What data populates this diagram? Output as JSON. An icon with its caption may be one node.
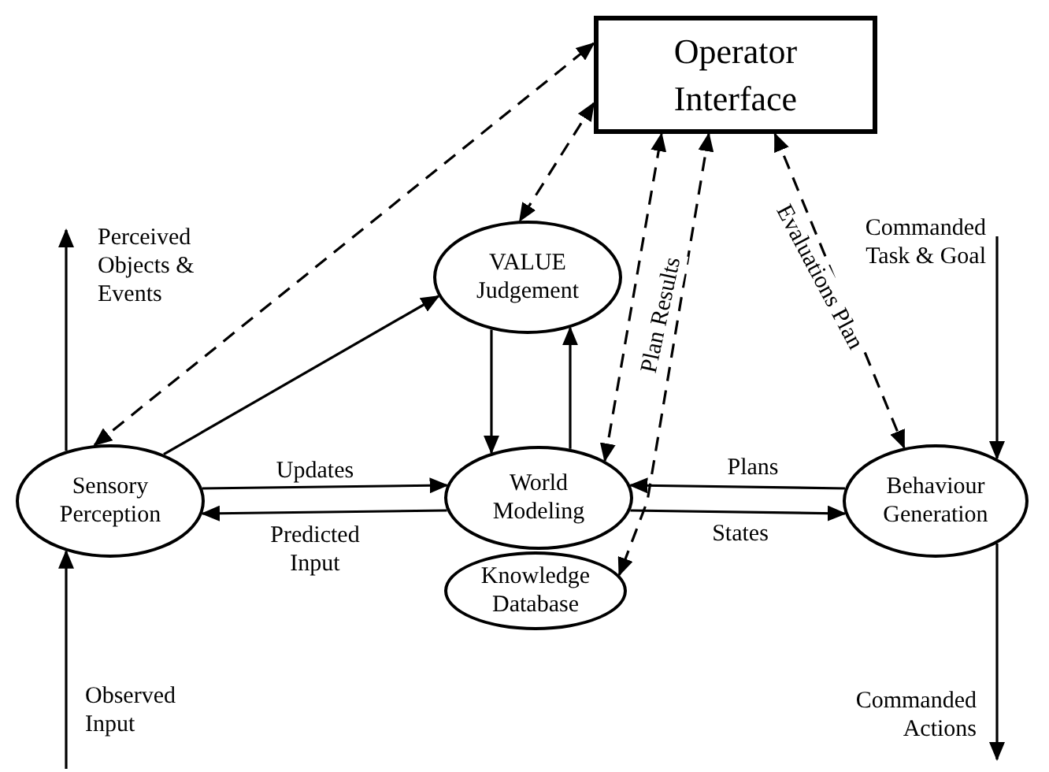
{
  "diagram": {
    "nodes": [
      {
        "text": [
          "Operator Interface"
        ]
      },
      {
        "text": [
          "VALUE Judgement"
        ]
      },
      {
        "text": [
          "Sensory Perception"
        ]
      },
      {
        "text": [
          "World Modeling"
        ]
      },
      {
        "text": [
          "Knowledge Database"
        ]
      },
      {
        "text": [
          "Behaviour Generation"
        ]
      }
    ],
    "edges": [
      {
        "from": 2,
        "to": 0,
        "arrow": "both",
        "style": "dashed"
      },
      {
        "from": 0,
        "to": 1,
        "arrow": "both",
        "style": "dashed"
      },
      {
        "from": 2,
        "to": 1,
        "arrow": "to"
      },
      {
        "from": 1,
        "to": 3,
        "arrow": "to"
      },
      {
        "from": 3,
        "to": 1,
        "arrow": "to"
      },
      {
        "from": 3,
        "to": 0,
        "arrow": "both",
        "style": "dashed",
        "label": "Plan Results"
      },
      {
        "from": 0,
        "to": 4,
        "arrow": "both",
        "style": "dashed"
      },
      {
        "from": 0,
        "to": 5,
        "arrow": "both",
        "style": "dashed",
        "label": "Evaluations Plan"
      },
      {
        "from": 2,
        "to": 3,
        "arrow": "to",
        "label": "Updates"
      },
      {
        "from": 3,
        "to": 2,
        "arrow": "to",
        "label": "Predicted Input"
      },
      {
        "from": 5,
        "to": 3,
        "arrow": "to",
        "label": "Plans"
      },
      {
        "from": 3,
        "to": 5,
        "arrow": "to",
        "label": "States"
      },
      {
        "from": null,
        "to": 5,
        "arrow": "to",
        "label": "Commanded Task & Goal"
      },
      {
        "from": 2,
        "to": null,
        "arrow": "to",
        "label": "Perceived Objects & Events"
      },
      {
        "from": null,
        "to": 2,
        "arrow": "to",
        "label": "Observed Input"
      },
      {
        "from": 5,
        "to": null,
        "arrow": "to",
        "label": "Commanded Actions"
      }
    ]
  }
}
